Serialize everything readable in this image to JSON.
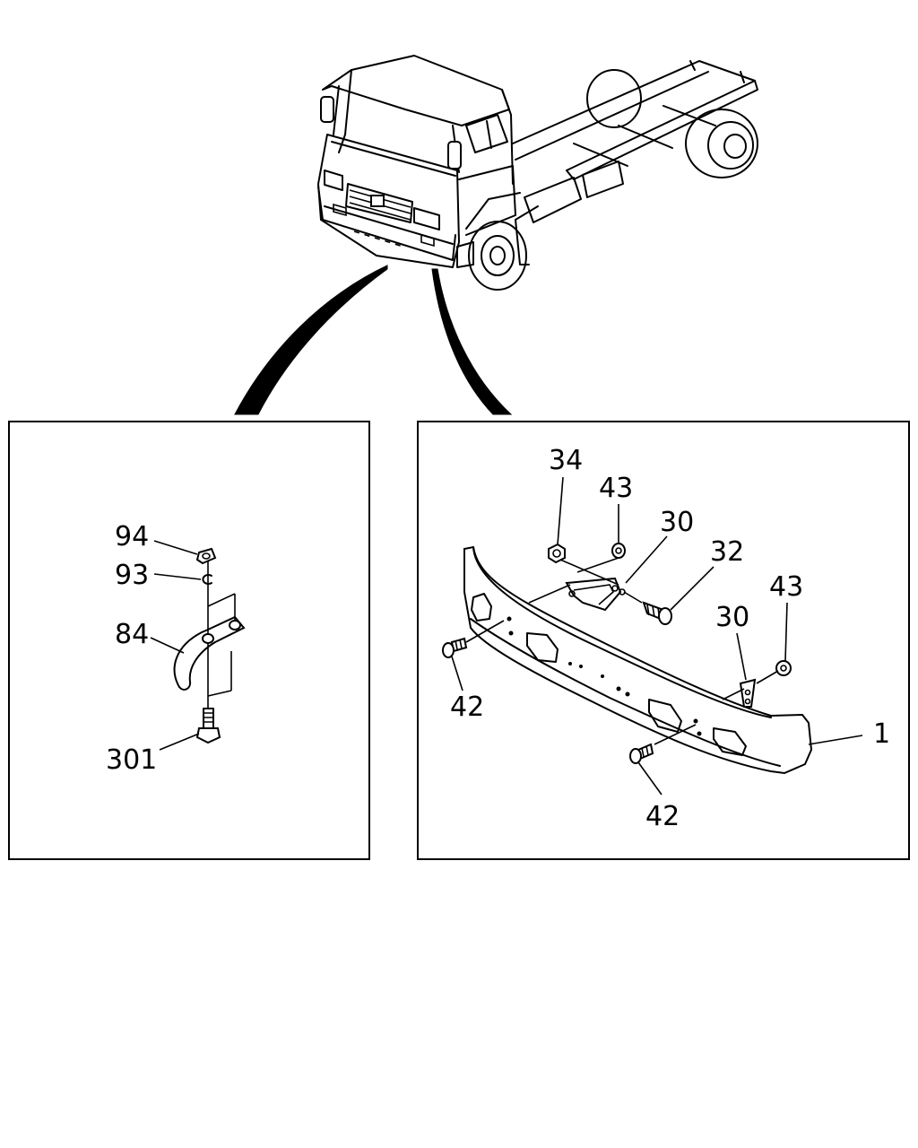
{
  "labels": {
    "hook_nut": "94",
    "hook_washer": "93",
    "hook": "84",
    "hook_bolt": "301",
    "bracket_nut": "34",
    "bracket_washer_left": "43",
    "bracket_left": "30",
    "bracket_bolt": "32",
    "bracket_washer_right": "43",
    "bracket_right": "30",
    "bumper_bolt_left": "42",
    "bumper_bolt_right": "42",
    "bumper": "1"
  }
}
